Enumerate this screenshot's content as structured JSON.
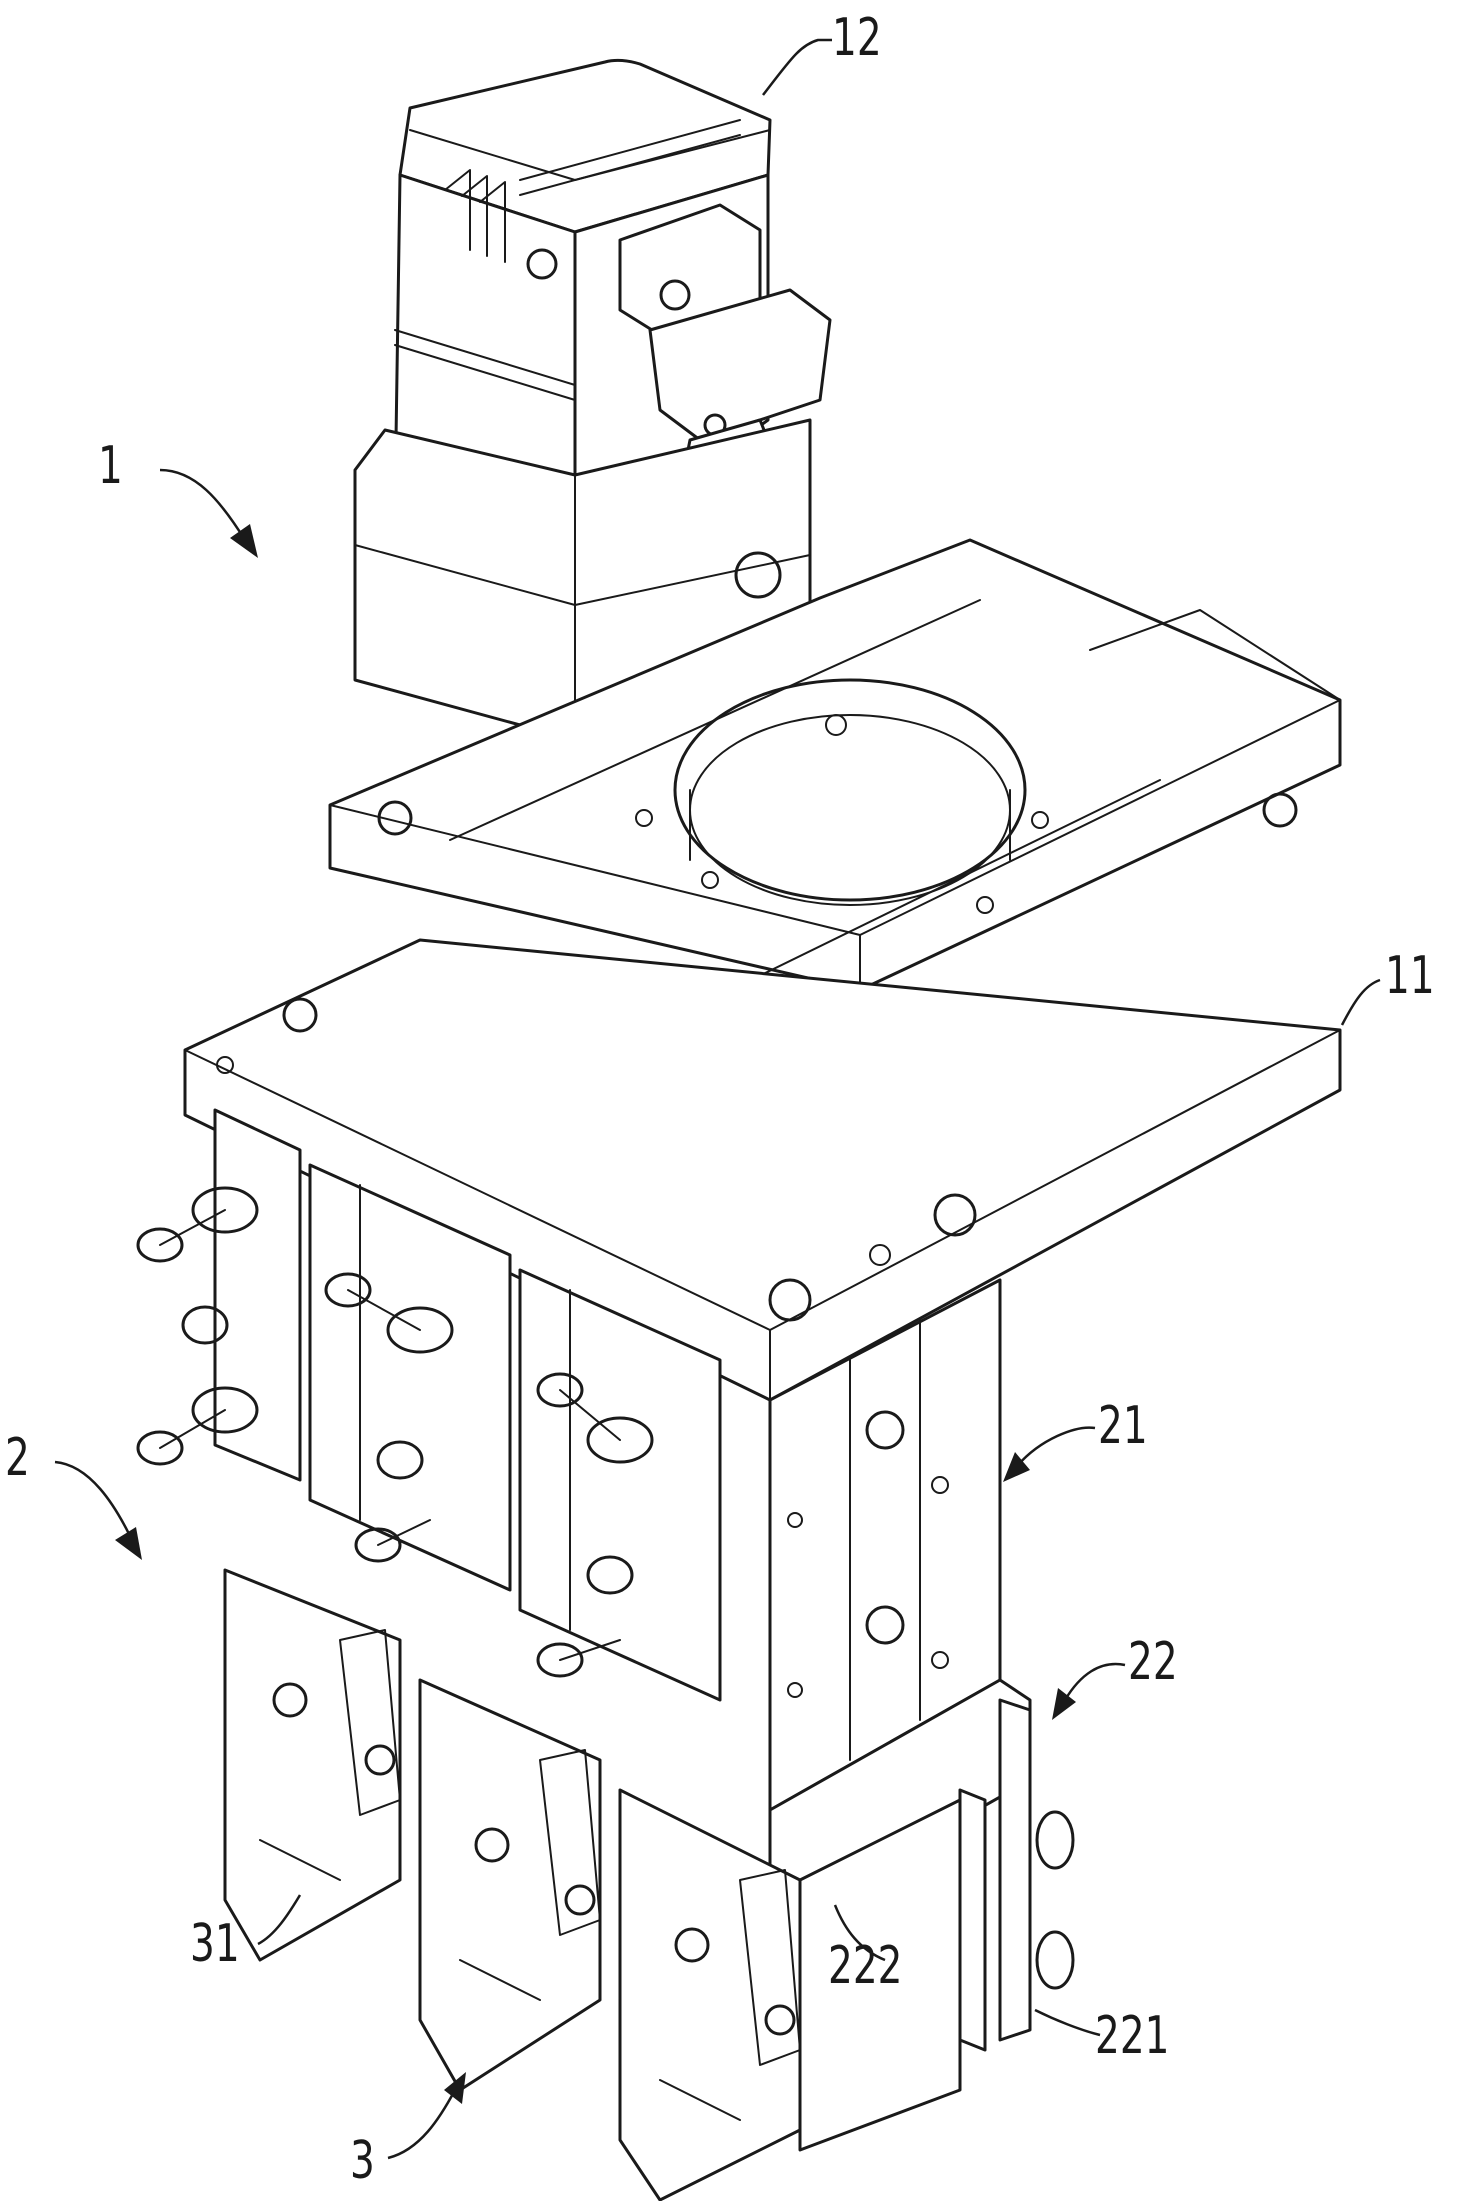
{
  "figure": {
    "labels": {
      "assembly_1": "1",
      "motor_12": "12",
      "plate_11": "11",
      "assembly_2": "2",
      "module_21": "21",
      "clamp_22": "22",
      "part_31": "31",
      "part_222": "222",
      "part_221": "221",
      "assembly_3": "3"
    }
  }
}
